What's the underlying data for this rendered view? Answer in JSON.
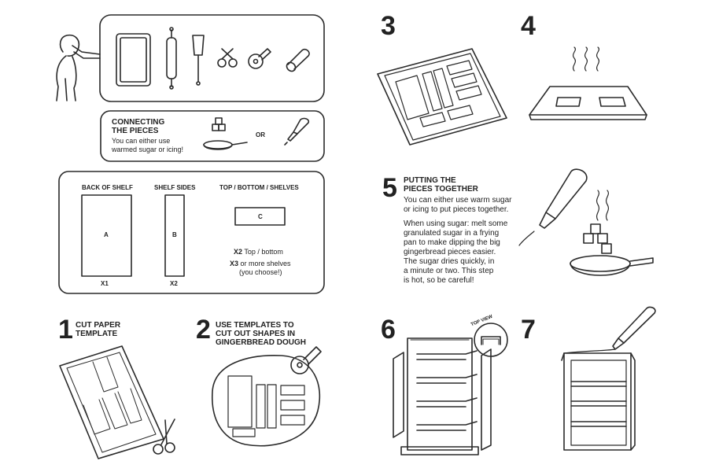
{
  "tools_panel": {
    "icons": [
      "baking-tray-icon",
      "rolling-pin-icon",
      "spatula-icon",
      "scissors-icon",
      "pizza-cutter-icon",
      "parchment-roll-icon"
    ]
  },
  "connecting": {
    "title_line1": "CONNECTING",
    "title_line2": "THE PIECES",
    "desc_line1": "You can either use",
    "desc_line2": "warmed sugar or icing!",
    "or_label": "OR"
  },
  "templates": {
    "headers": [
      "BACK OF SHELF",
      "SHELF SIDES",
      "TOP / BOTTOM / SHELVES"
    ],
    "piece_letters": [
      "A",
      "B",
      "C"
    ],
    "counts": [
      "X1",
      "X2"
    ],
    "c_count1_bold": "X2",
    "c_count1_text": " Top / bottom",
    "c_count2_bold": "X3",
    "c_count2_text": " or more shelves",
    "c_count2_note": "(you choose!)"
  },
  "steps": [
    {
      "number": "1",
      "title_line1": "CUT PAPER",
      "title_line2": "TEMPLATE"
    },
    {
      "number": "2",
      "title_line1": "USE TEMPLATES TO",
      "title_line2": "CUT OUT SHAPES IN",
      "title_line3": "GINGERBREAD DOUGH"
    },
    {
      "number": "3"
    },
    {
      "number": "4"
    },
    {
      "number": "5",
      "title_line1": "PUTTING THE",
      "title_line2": "PIECES TOGETHER",
      "para1": [
        "You can either use warm sugar",
        "or icing to put pieces together."
      ],
      "para2": [
        "When using sugar: melt some",
        "granulated sugar in a frying",
        "pan to make dipping the big",
        "gingerbread pieces easier.",
        "The sugar dries quickly, in",
        "a minute or two. This step",
        "is hot, so be careful!"
      ]
    },
    {
      "number": "6",
      "badge": "TOP VIEW"
    },
    {
      "number": "7"
    }
  ]
}
